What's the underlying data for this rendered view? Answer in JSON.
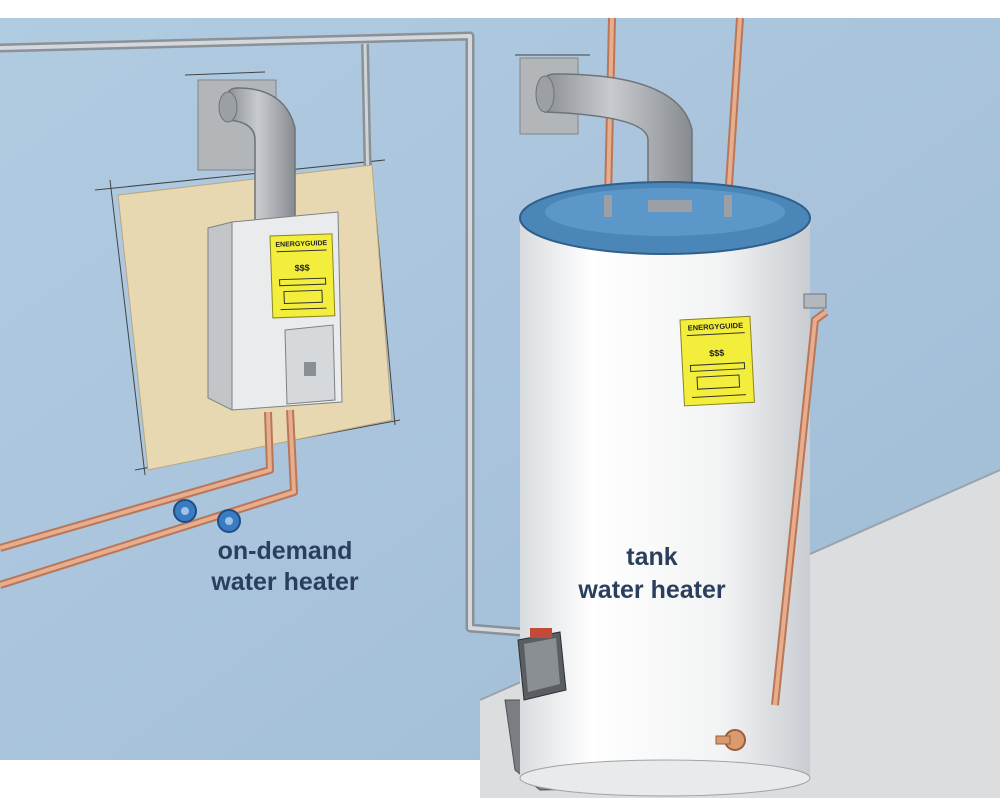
{
  "labels": {
    "on_demand_line1": "on-demand",
    "on_demand_line2": "water heater",
    "tank_line1": "tank",
    "tank_line2": "water heater"
  },
  "energy_guide": {
    "title": "ENERGYGUIDE",
    "cost": "$$$"
  },
  "colors": {
    "wall": "#a9c4dc",
    "floor": "#dcdddf",
    "tank_body": "#f7f8f8",
    "tank_top": "#4a86b8",
    "copper": "#e2a07e",
    "vent": "#a7abaf",
    "backer_board": "#e7d8b1",
    "energy_label": "#f3ee3b",
    "valve": "#3b7bc2",
    "label_text": "#2b3f5c"
  }
}
